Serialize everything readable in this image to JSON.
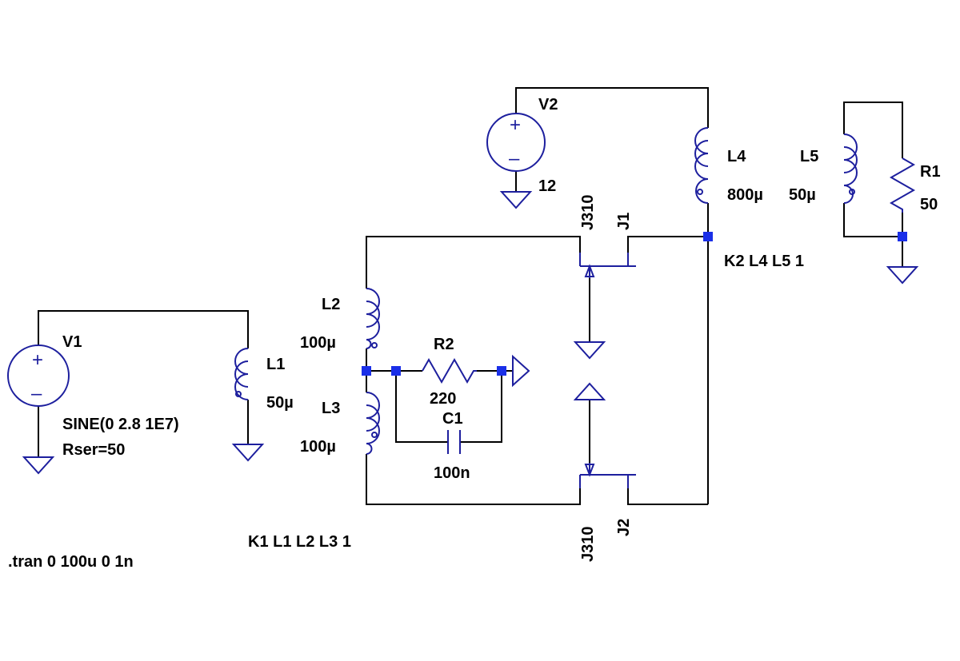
{
  "labels": {
    "v1_name": "V1",
    "v1_value": "SINE(0 2.8 1E7)",
    "v1_rser": "Rser=50",
    "l1_name": "L1",
    "l1_value": "50µ",
    "l2_name": "L2",
    "l2_value": "100µ",
    "l3_name": "L3",
    "l3_value": "100µ",
    "r2_name": "R2",
    "r2_value": "220",
    "c1_name": "C1",
    "c1_value": "100n",
    "v2_name": "V2",
    "v2_value": "12",
    "l4_name": "L4",
    "l4_value": "800µ",
    "l5_name": "L5",
    "l5_value": "50µ",
    "r1_name": "R1",
    "r1_value": "50",
    "j1_name": "J1",
    "j1_model": "J310",
    "j2_name": "J2",
    "j2_model": "J310"
  },
  "directives": {
    "k2": "K2 L4 L5 1",
    "k1": "K1 L1 L2 L3 1",
    "tran": ".tran 0 100u 0 1n"
  },
  "source_symbols": {
    "plus": "+",
    "minus": "–"
  },
  "colors": {
    "wire": "#000000",
    "component": "#1d1f9e",
    "node": "#1a2fe8",
    "text": "#000000",
    "background": "#ffffff"
  }
}
